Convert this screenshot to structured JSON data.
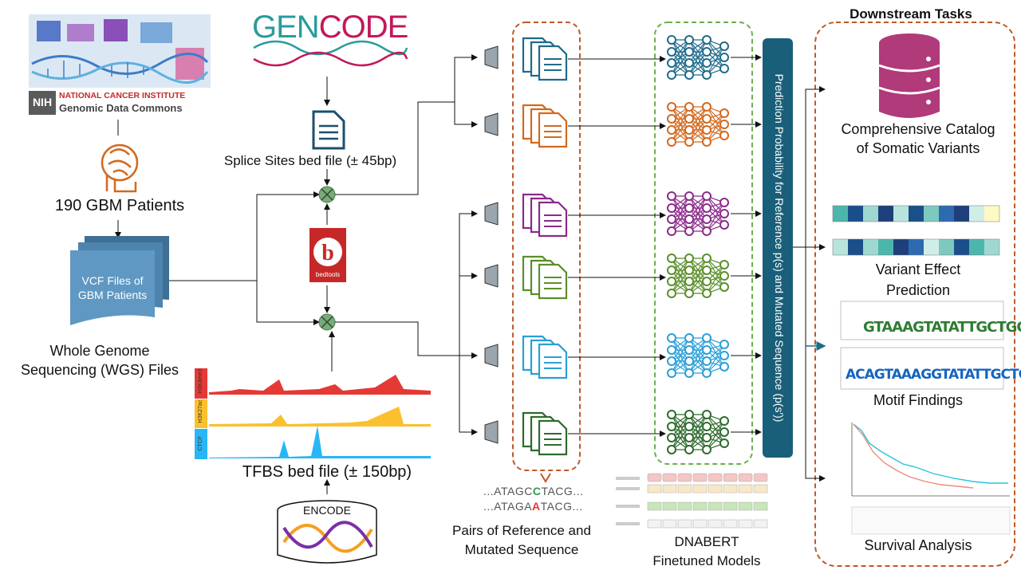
{
  "nci": {
    "nih": "NIH",
    "name": "NATIONAL CANCER INSTITUTE",
    "gdc": "Genomic Data Commons"
  },
  "patients_label": "190 GBM Patients",
  "vcf_label_line1": "VCF Files of",
  "vcf_label_line2": "GBM Patients",
  "wgs_label_line1": "Whole Genome",
  "wgs_label_line2": "Sequencing (WGS) Files",
  "gencode": {
    "gen": "GEN",
    "code": "CODE"
  },
  "splice_label": "Splice Sites bed file (± 45bp)",
  "bedtools_label": "bedtools",
  "tfbs_label": "TFBS bed file (± 150bp)",
  "encode_label": "ENCODE",
  "tracks": [
    "H3K4me3",
    "H3K27ac",
    "CTCF"
  ],
  "seq_ref": {
    "prefix": "...ATAGC",
    "base": "C",
    "suffix": "TACG..."
  },
  "seq_mut": {
    "prefix": "...ATAGA",
    "base": "A",
    "suffix": "TACG..."
  },
  "pairs_label_line1": "Pairs of Reference and",
  "pairs_label_line2": "Mutated Sequence",
  "dnabert_label_line1": "DNABERT",
  "dnabert_label_line2": "Finetuned Models",
  "prediction_label": "Prediction Probability for Reference p(s) and Mutated Sequence (p(s′))",
  "downstream": {
    "title": "Downstream Tasks",
    "catalog_line1": "Comprehensive Catalog",
    "catalog_line2": "of Somatic Variants",
    "vep_line1": "Variant Effect",
    "vep_line2": "Prediction",
    "motif": "Motif Findings",
    "survival": "Survival Analysis"
  },
  "motif_logos": [
    "GTAAAGTATATTGCTGCCT",
    "ACAGTAAAGGTATATTGCTGCC"
  ],
  "colors": {
    "teal": "#1f6b8a",
    "orange": "#d2691e",
    "purple": "#8b2a8b",
    "green": "#5a8f2b",
    "blue": "#2a9fd6",
    "darkgreen": "#2e6b2e",
    "dashed_orange": "#c0582a",
    "dashed_green": "#6ab04c",
    "pred_bar": "#1a5f7a"
  }
}
